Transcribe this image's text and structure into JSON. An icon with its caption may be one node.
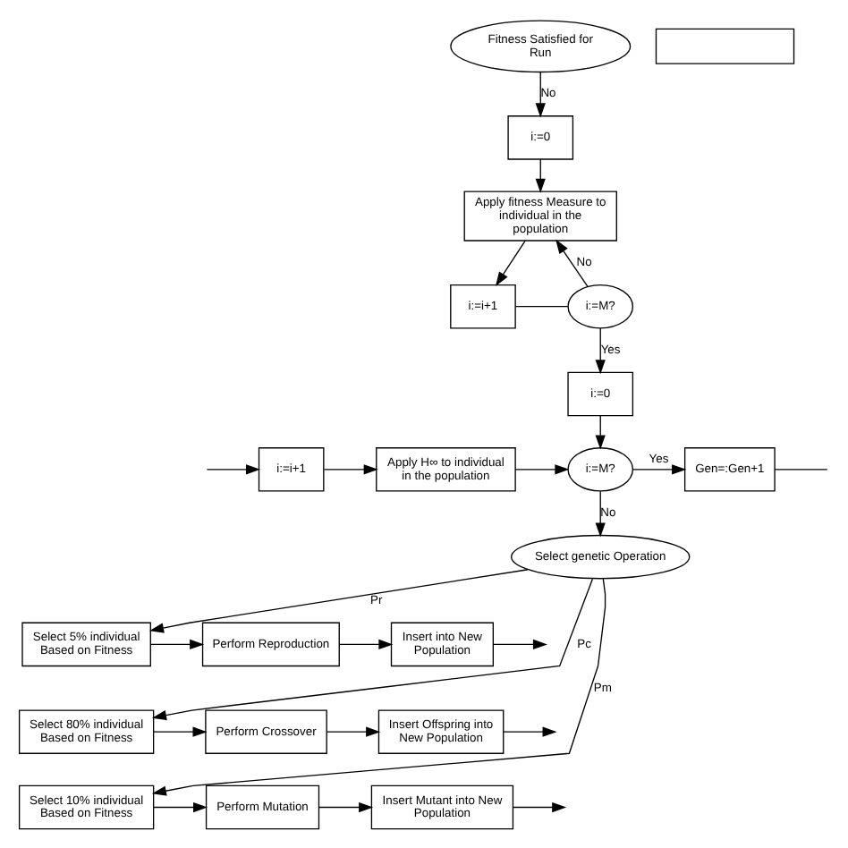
{
  "diagram": {
    "nodes": [
      {
        "text": [
          "Fitness Satisfied for Run"
        ]
      },
      {
        "text": [],
        "shape": "box"
      },
      {
        "text": [
          "i:=0"
        ]
      },
      {
        "text": [
          "Apply fitness Measure to individual in the population"
        ]
      },
      {
        "text": [
          "i:=M?"
        ]
      },
      {
        "text": [
          "i:=i+1"
        ]
      },
      {
        "text": [
          "i:=0"
        ]
      },
      {
        "text": [
          "i:=M?"
        ]
      },
      {
        "text": [
          "Gen=:Gen+1"
        ]
      },
      {
        "text": [
          "Apply H∞ to individual in the population"
        ]
      },
      {
        "text": [
          "i:=i+1"
        ]
      },
      {
        "text": [
          "Select genetic Operation"
        ]
      },
      {
        "text": [
          "Select 5% individual Based on Fitness"
        ]
      },
      {
        "text": [
          "Perform Reproduction"
        ]
      },
      {
        "text": [
          "Insert into New Population"
        ]
      },
      {
        "text": [
          "Select 80% individual Based on Fitness"
        ]
      },
      {
        "text": [
          "Perform Crossover"
        ]
      },
      {
        "text": [
          "Insert Offspring into New Population"
        ]
      },
      {
        "text": [
          "Select 10% individual Based on Fitness"
        ]
      },
      {
        "text": [
          "Perform Mutation"
        ]
      },
      {
        "text": [
          "Insert Mutant into New Population"
        ]
      }
    ],
    "edges": [
      {
        "from": 0,
        "to": 2,
        "arrow": "to",
        "label": "No"
      },
      {
        "from": 2,
        "to": 3,
        "arrow": "to"
      },
      {
        "from": 3,
        "to": 5,
        "arrow": "to"
      },
      {
        "from": 5,
        "to": 4,
        "arrow": "none"
      },
      {
        "from": 4,
        "to": 3,
        "arrow": "to",
        "label": "No"
      },
      {
        "from": 4,
        "to": 6,
        "arrow": "to",
        "label": "Yes"
      },
      {
        "from": 6,
        "to": 7,
        "arrow": "to"
      },
      {
        "from": 7,
        "to": 8,
        "arrow": "to",
        "label": "Yes"
      },
      {
        "from": 8,
        "to": null,
        "arrow": "none"
      },
      {
        "from": null,
        "to": 10,
        "arrow": "to"
      },
      {
        "from": 10,
        "to": 9,
        "arrow": "to"
      },
      {
        "from": 9,
        "to": 7,
        "arrow": "to"
      },
      {
        "from": 7,
        "to": 11,
        "arrow": "to",
        "label": "No"
      },
      {
        "from": 11,
        "to": 12,
        "arrow": "to",
        "label": "Pr"
      },
      {
        "from": 12,
        "to": 13,
        "arrow": "to"
      },
      {
        "from": 13,
        "to": 14,
        "arrow": "to"
      },
      {
        "from": 14,
        "to": null,
        "arrow": "to"
      },
      {
        "from": 11,
        "to": 15,
        "arrow": "to",
        "label": "Pc"
      },
      {
        "from": 15,
        "to": 16,
        "arrow": "to"
      },
      {
        "from": 16,
        "to": 17,
        "arrow": "to"
      },
      {
        "from": 17,
        "to": null,
        "arrow": "to"
      },
      {
        "from": 11,
        "to": 18,
        "arrow": "to",
        "label": "Pm"
      },
      {
        "from": 18,
        "to": 19,
        "arrow": "to"
      },
      {
        "from": 19,
        "to": 20,
        "arrow": "to"
      },
      {
        "from": 20,
        "to": null,
        "arrow": "to"
      }
    ]
  }
}
